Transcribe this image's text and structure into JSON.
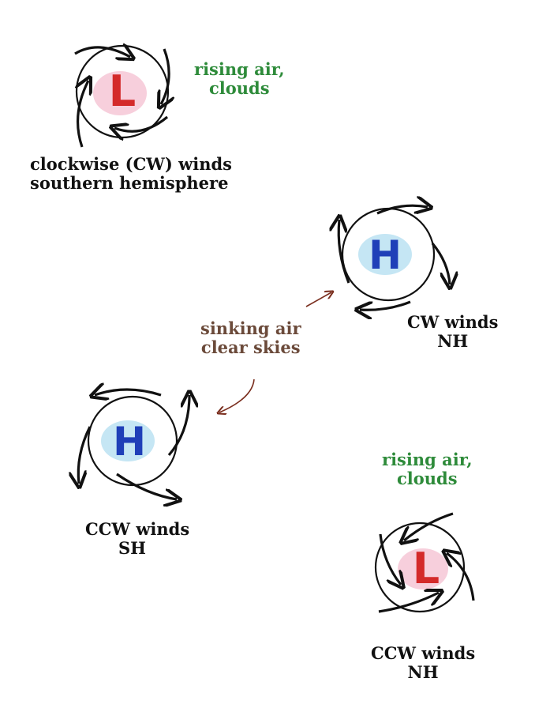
{
  "systems": {
    "sh_low": {
      "letter": "L",
      "caption": [
        "clockwise (CW) winds",
        "southern hemisphere"
      ],
      "note": [
        "rising air,",
        "clouds"
      ]
    },
    "nh_high": {
      "letter": "H",
      "caption": [
        "CW winds",
        "NH"
      ]
    },
    "sh_high": {
      "letter": "H",
      "caption": [
        "CCW winds",
        "SH"
      ]
    },
    "nh_low": {
      "letter": "L",
      "caption": [
        "CCW winds",
        "NH"
      ],
      "note": [
        "rising air,",
        "clouds"
      ]
    }
  },
  "center_note": [
    "sinking air",
    "clear skies"
  ],
  "colors": {
    "low_letter": "#d42a2a",
    "low_shading": "#f1a8bf",
    "high_letter": "#1f3fb8",
    "high_shading": "#9fd6ec",
    "ink": "#111111",
    "green_text": "#2e8b3a",
    "brown_text": "#6b4a3a",
    "brown_arrow": "#7a2e1e"
  }
}
